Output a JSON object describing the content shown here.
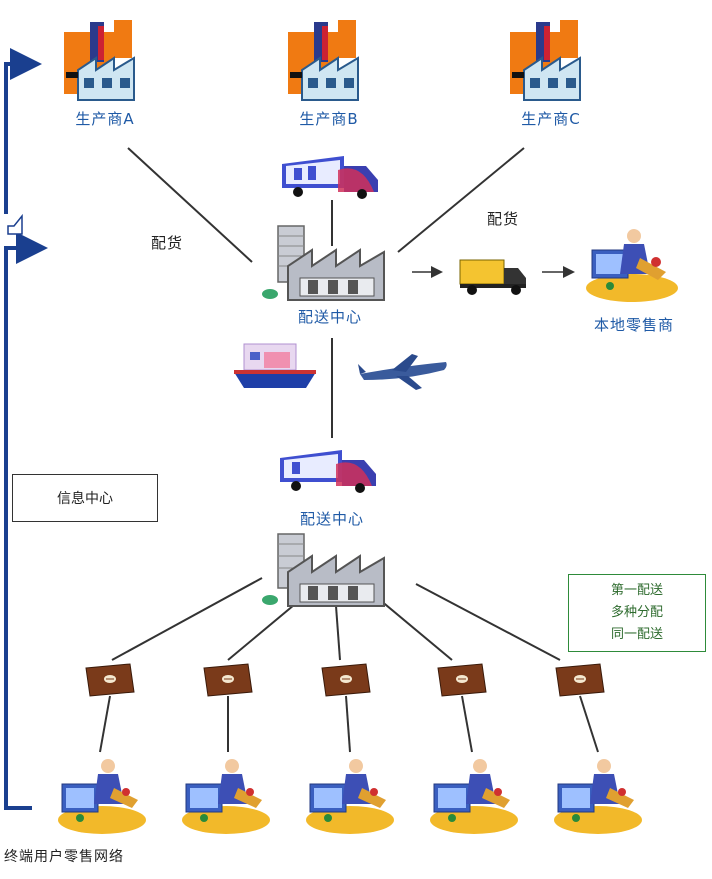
{
  "factories": [
    {
      "label": "生产商A"
    },
    {
      "label": "生产商B"
    },
    {
      "label": "生产商C"
    }
  ],
  "edge_labels": {
    "left": "配货",
    "right": "配货"
  },
  "distribution_center": {
    "label": "配送中心"
  },
  "local_customer": {
    "label": "本地零售商"
  },
  "delivery_center": {
    "label": "配送中心"
  },
  "side_box": {
    "label": "信息中心"
  },
  "info_box": {
    "lines": [
      "第一配送",
      "多种分配",
      "同一配送"
    ]
  },
  "bottom_label": "终端用户零售网络",
  "colors": {
    "feedback_line": "#1a3f8f",
    "arrow": "#333333",
    "store_roof": "#7a3a1a",
    "label_blue": "#1f5aa6"
  }
}
